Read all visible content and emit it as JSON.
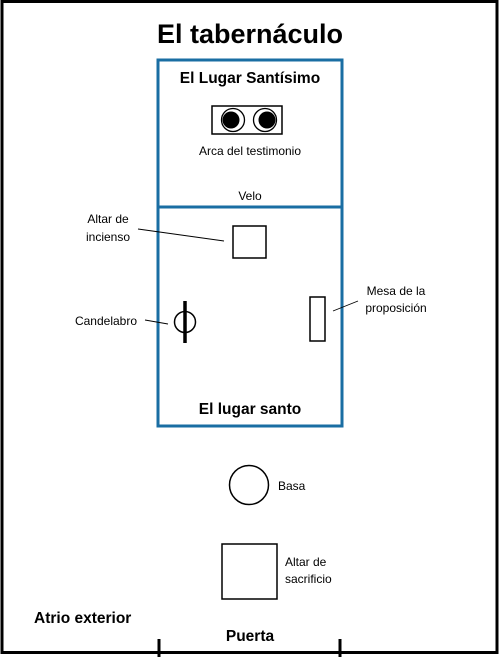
{
  "title": "El tabernáculo",
  "holy_of_holies": {
    "heading": "El Lugar Santísimo",
    "ark_label": "Arca del testimonio"
  },
  "veil_label": "Velo",
  "holy_place": {
    "heading": "El lugar santo",
    "incense_altar_label": [
      "Altar de",
      "incienso"
    ],
    "lampstand_label": "Candelabro",
    "table_label": [
      "Mesa de la",
      "proposición"
    ]
  },
  "court": {
    "laver_label": "Basa",
    "sacrifice_altar_label": [
      "Altar de",
      "sacrificio"
    ],
    "outer_court_label": "Atrio exterior",
    "gate_label": "Puerta"
  },
  "colors": {
    "sanctuary_border": "#1a6ea3",
    "outline": "#000000"
  }
}
